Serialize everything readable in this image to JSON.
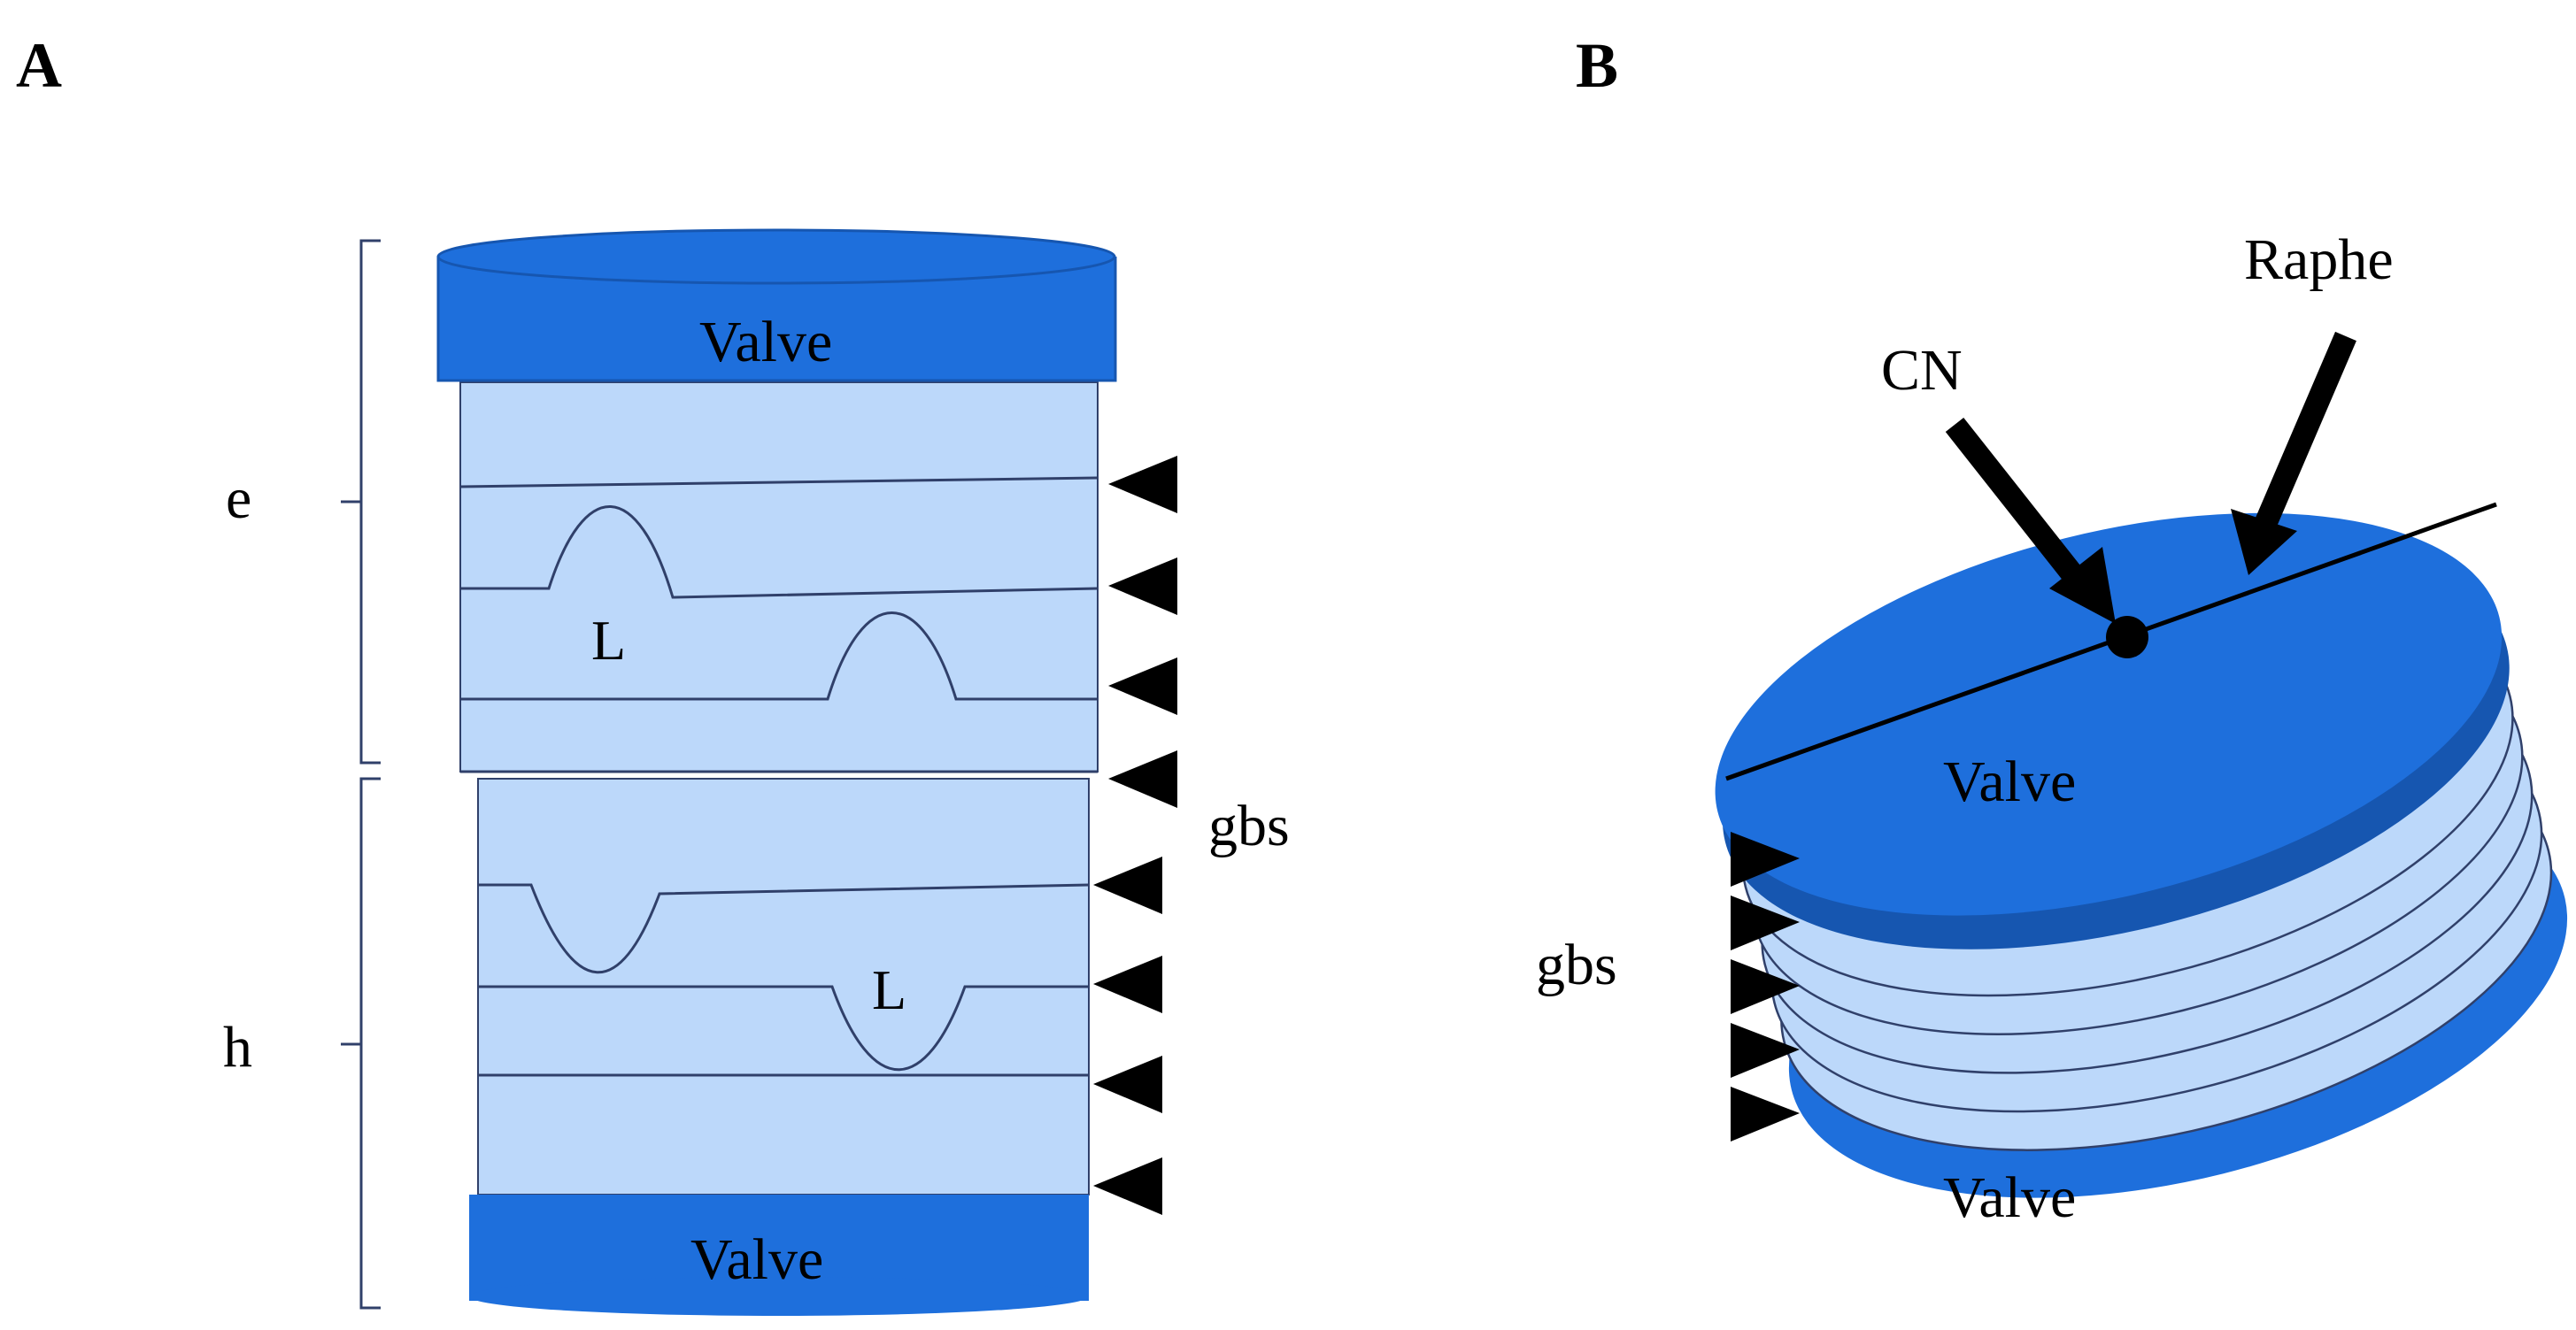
{
  "panels": {
    "a": {
      "letter": "A",
      "top_valve_label": "Valve",
      "bottom_valve_label": "Valve",
      "epitheca_label": "e",
      "hypotheca_label": "h",
      "ligula_label_upper": "L",
      "ligula_label_lower": "L",
      "girdle_band_label": "gbs"
    },
    "b": {
      "letter": "B",
      "raphe_label": "Raphe",
      "central_nodule_label": "CN",
      "top_valve_label": "Valve",
      "bottom_valve_label": "Valve",
      "girdle_band_label": "gbs"
    }
  },
  "colors": {
    "valve_fill": "#1e6fdc",
    "valve_stroke": "#1656b0",
    "band_fill": "#bcd8fa",
    "band_stroke": "#30406a",
    "ink": "#000000"
  }
}
